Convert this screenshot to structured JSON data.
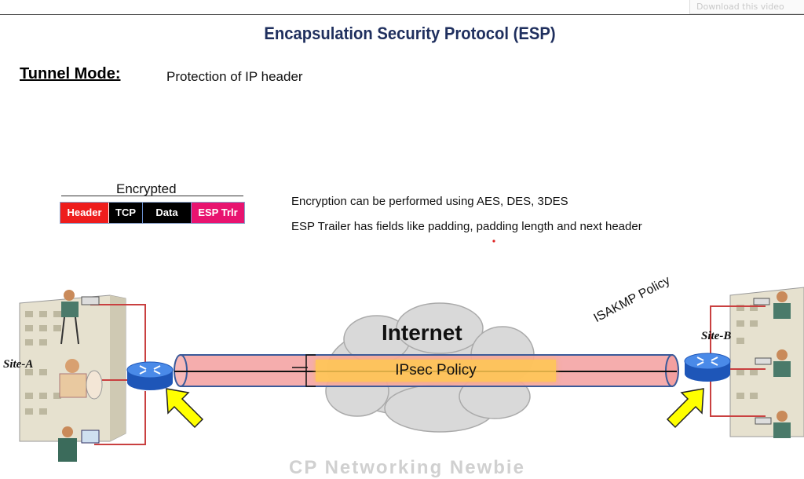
{
  "download_label": "Download this video",
  "title": "Encapsulation Security Protocol (ESP)",
  "mode": {
    "label": "Tunnel Mode:",
    "description": "Protection of IP header"
  },
  "packet": {
    "encrypted_label": "Encrypted",
    "cells": [
      {
        "label": "Header",
        "color": "#ee1c1c"
      },
      {
        "label": "TCP",
        "color": "#000000"
      },
      {
        "label": "Data",
        "color": "#000000"
      },
      {
        "label": "ESP Trlr",
        "color": "#e8136f"
      }
    ]
  },
  "notes": [
    "Encryption can be performed using AES, DES, 3DES",
    "ESP Trailer has fields like padding, padding length and next header"
  ],
  "network": {
    "site_a": "Site-A",
    "site_b": "Site-B",
    "cloud_label": "Internet",
    "tunnel_label": "IPsec Policy",
    "policy_label": "ISAKMP Policy",
    "colors": {
      "tunnel": "#f4a6a6",
      "router": "#2f6fd1",
      "arrow": "#ffff00",
      "link": "#c94040"
    }
  },
  "watermark": "CP Networking Newbie"
}
